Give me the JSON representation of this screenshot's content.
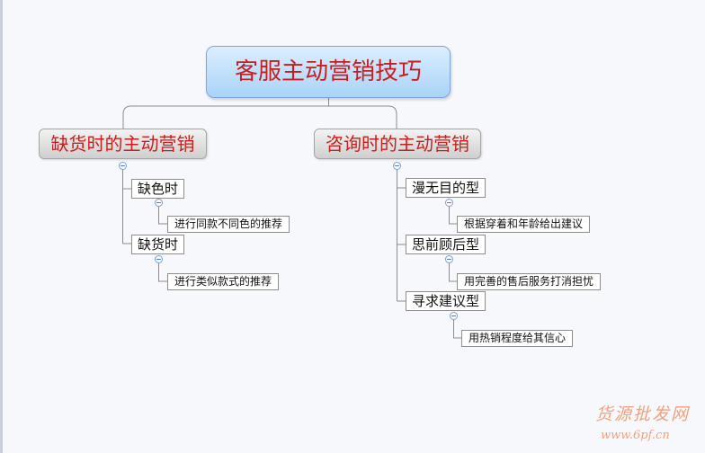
{
  "mindmap": {
    "root": "客服主动营销技巧",
    "branches": [
      {
        "title": "缺货时的主动营销",
        "children": [
          {
            "title": "缺色时",
            "leaf": "进行同款不同色的推荐"
          },
          {
            "title": "缺货时",
            "leaf": "进行类似款式的推荐"
          }
        ]
      },
      {
        "title": "咨询时的主动营销",
        "children": [
          {
            "title": "漫无目的型",
            "leaf": "根据穿着和年龄给出建议"
          },
          {
            "title": "思前顾后型",
            "leaf": "用完善的售后服务打消担忧"
          },
          {
            "title": "寻求建议型",
            "leaf": "用热销程度给其信心"
          }
        ]
      }
    ]
  },
  "watermark": {
    "title": "货源批发网",
    "url": "www.6pf.cn"
  }
}
